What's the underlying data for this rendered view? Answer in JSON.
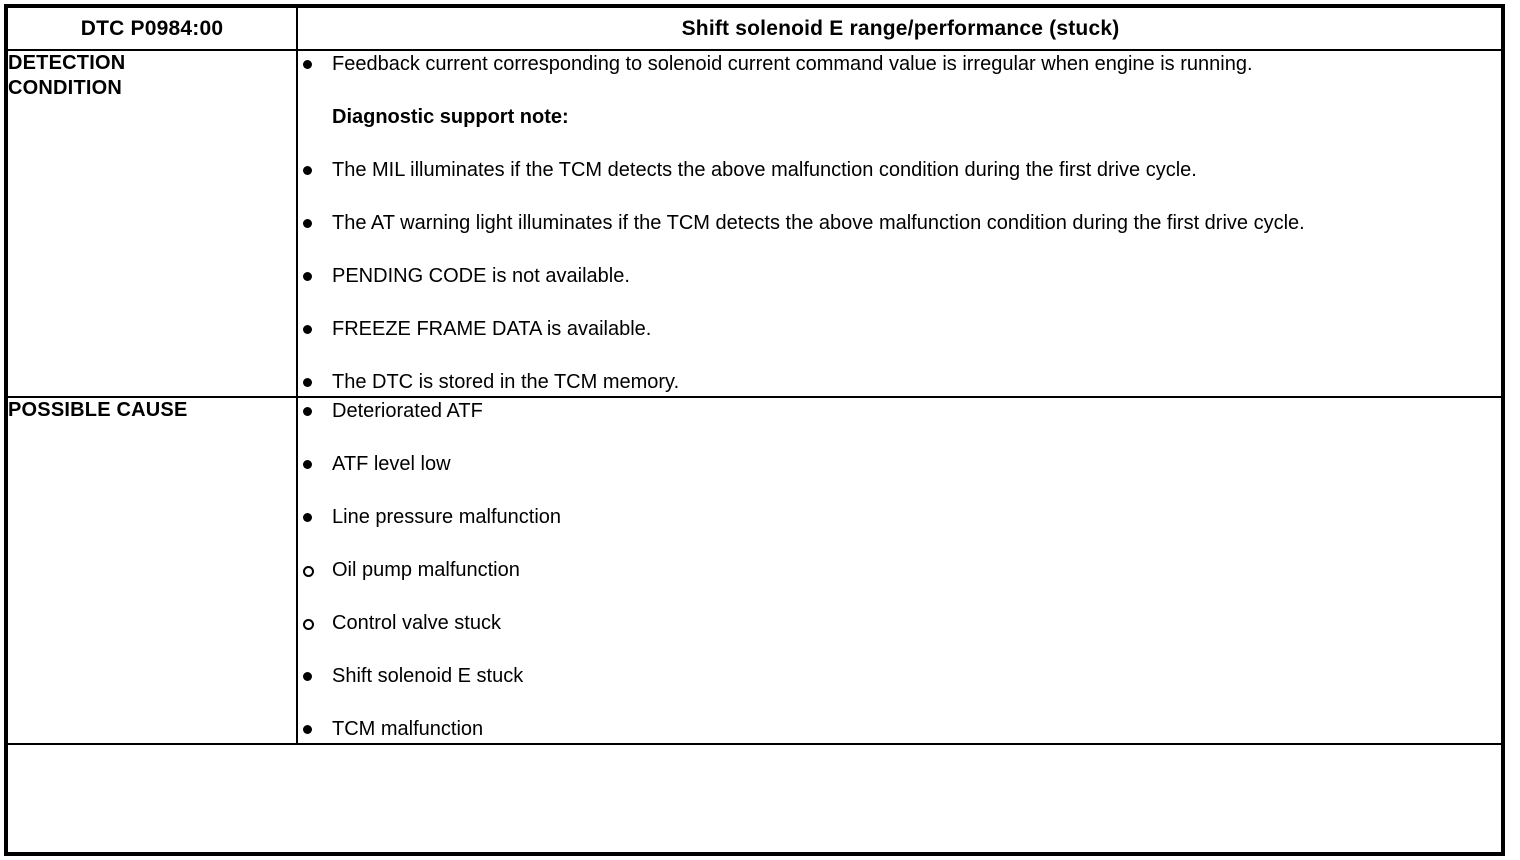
{
  "table": {
    "header": {
      "dtc_code": "DTC P0984:00",
      "title": "Shift solenoid E range/performance (stuck)"
    },
    "rows": [
      {
        "label": "DETECTION\nCONDITION",
        "items": [
          {
            "marker": "dot",
            "text": "Feedback current corresponding to solenoid current command value is irregular when engine is running."
          },
          {
            "marker": "none",
            "text": "Diagnostic support note:",
            "bold": true
          },
          {
            "marker": "dot",
            "text": "The MIL illuminates if the TCM detects the above malfunction condition during the first drive cycle."
          },
          {
            "marker": "dot",
            "text": "The AT warning light illuminates if the TCM detects the above malfunction condition during the first drive cycle."
          },
          {
            "marker": "dot",
            "text": "PENDING CODE is not available."
          },
          {
            "marker": "dot",
            "text": "FREEZE FRAME DATA is available."
          },
          {
            "marker": "dot",
            "text": "The DTC is stored in the TCM memory."
          }
        ]
      },
      {
        "label": "POSSIBLE CAUSE",
        "items": [
          {
            "marker": "dot",
            "text": "Deteriorated ATF"
          },
          {
            "marker": "dot",
            "text": "ATF level low"
          },
          {
            "marker": "dot",
            "text": "Line pressure malfunction"
          },
          {
            "marker": "ring",
            "text": "Oil pump malfunction",
            "sub": true
          },
          {
            "marker": "ring",
            "text": "Control valve stuck",
            "sub": true
          },
          {
            "marker": "dot",
            "text": "Shift solenoid E stuck"
          },
          {
            "marker": "dot",
            "text": "TCM malfunction"
          }
        ]
      }
    ]
  },
  "colors": {
    "border": "#000000",
    "text": "#000000",
    "background": "#ffffff"
  }
}
